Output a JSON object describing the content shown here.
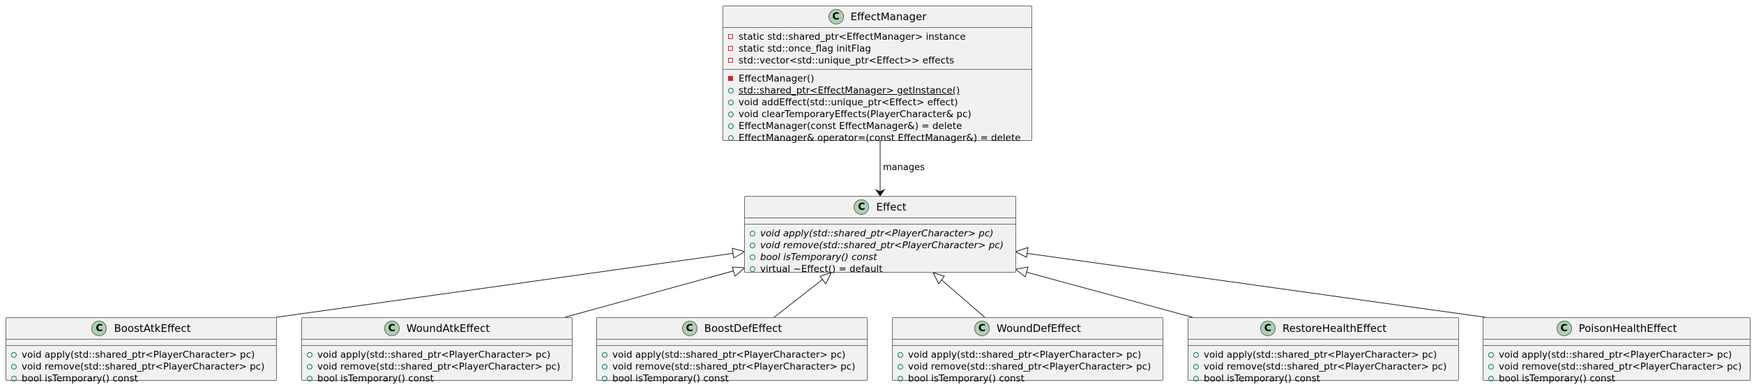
{
  "colors": {
    "box_fill": "#f1f1f1",
    "box_border": "#6a6a6a",
    "class_badge": "#add1b2",
    "private_marker": "#c82930",
    "public_marker": "#038048"
  },
  "diagram": {
    "relation_label": "manages",
    "effect_manager": {
      "badge": "C",
      "name": "EffectManager",
      "fields": [
        {
          "vis": "private",
          "text": "static std::shared_ptr<EffectManager> instance"
        },
        {
          "vis": "private",
          "text": "static std::once_flag initFlag"
        },
        {
          "vis": "private",
          "text": "std::vector<std::unique_ptr<Effect>> effects"
        }
      ],
      "methods": [
        {
          "vis": "private",
          "text": "EffectManager()"
        },
        {
          "vis": "public",
          "text": "std::shared_ptr<EffectManager> getInstance()"
        },
        {
          "vis": "public",
          "text": "void addEffect(std::unique_ptr<Effect> effect)"
        },
        {
          "vis": "public",
          "text": "void clearTemporaryEffects(PlayerCharacter& pc)"
        },
        {
          "vis": "public",
          "text": "EffectManager(const EffectManager&) = delete"
        },
        {
          "vis": "public",
          "text": "EffectManager& operator=(const EffectManager&) = delete"
        }
      ]
    },
    "effect": {
      "badge": "C",
      "name": "Effect",
      "methods": [
        {
          "vis": "public",
          "text": "void apply(std::shared_ptr<PlayerCharacter> pc)"
        },
        {
          "vis": "public",
          "text": "void remove(std::shared_ptr<PlayerCharacter> pc)"
        },
        {
          "vis": "public",
          "text": "bool isTemporary() const"
        },
        {
          "vis": "public",
          "text": "virtual ~Effect() = default"
        }
      ]
    },
    "subclasses": [
      {
        "badge": "C",
        "name": "BoostAtkEffect",
        "methods": [
          "void apply(std::shared_ptr<PlayerCharacter> pc)",
          "void remove(std::shared_ptr<PlayerCharacter> pc)",
          "bool isTemporary() const"
        ]
      },
      {
        "badge": "C",
        "name": "WoundAtkEffect",
        "methods": [
          "void apply(std::shared_ptr<PlayerCharacter> pc)",
          "void remove(std::shared_ptr<PlayerCharacter> pc)",
          "bool isTemporary() const"
        ]
      },
      {
        "badge": "C",
        "name": "BoostDefEffect",
        "methods": [
          "void apply(std::shared_ptr<PlayerCharacter> pc)",
          "void remove(std::shared_ptr<PlayerCharacter> pc)",
          "bool isTemporary() const"
        ]
      },
      {
        "badge": "C",
        "name": "WoundDefEffect",
        "methods": [
          "void apply(std::shared_ptr<PlayerCharacter> pc)",
          "void remove(std::shared_ptr<PlayerCharacter> pc)",
          "bool isTemporary() const"
        ]
      },
      {
        "badge": "C",
        "name": "RestoreHealthEffect",
        "methods": [
          "void apply(std::shared_ptr<PlayerCharacter> pc)",
          "void remove(std::shared_ptr<PlayerCharacter> pc)",
          "bool isTemporary() const"
        ]
      },
      {
        "badge": "C",
        "name": "PoisonHealthEffect",
        "methods": [
          "void apply(std::shared_ptr<PlayerCharacter> pc)",
          "void remove(std::shared_ptr<PlayerCharacter> pc)",
          "bool isTemporary() const"
        ]
      }
    ]
  }
}
